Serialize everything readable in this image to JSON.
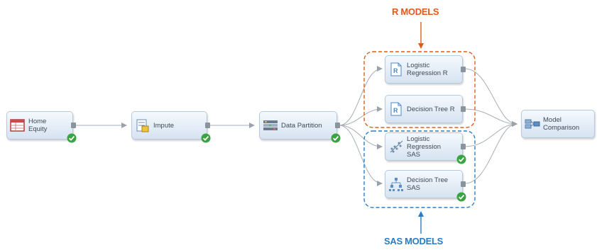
{
  "groups": {
    "r": {
      "title": "R MODELS",
      "color": "#e05a1e"
    },
    "sas": {
      "title": "SAS MODELS",
      "color": "#2a7bbf"
    }
  },
  "nodes": {
    "home_equity": {
      "label": "Home Equity",
      "icon": "data-source-icon"
    },
    "impute": {
      "label": "Impute",
      "icon": "impute-icon"
    },
    "data_partition": {
      "label": "Data Partition",
      "icon": "data-partition-icon"
    },
    "logistic_r": {
      "label": "Logistic Regression R",
      "icon": "r-script-icon"
    },
    "tree_r": {
      "label": "Decision Tree R",
      "icon": "r-script-icon"
    },
    "logistic_sas": {
      "label": "Logistic Regression SAS",
      "icon": "regression-icon"
    },
    "tree_sas": {
      "label": "Decision Tree SAS",
      "icon": "decision-tree-icon"
    },
    "model_comparison": {
      "label": "Model Comparison",
      "icon": "model-comparison-icon"
    }
  },
  "status": {
    "check_color": "#3aa443"
  }
}
